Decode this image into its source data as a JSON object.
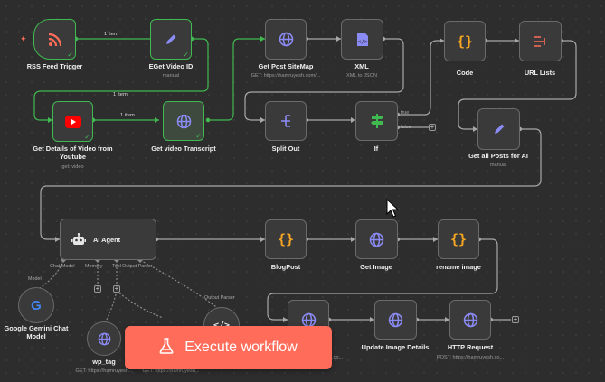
{
  "nodes": {
    "rss_feed_trigger": {
      "label": "RSS Feed Trigger"
    },
    "eget_video_id": {
      "label": "EGet Video ID",
      "sub": "manual"
    },
    "get_details_youtube": {
      "label": "Get Details of Video from Youtube",
      "sub": "get: video"
    },
    "get_video_transcript": {
      "label": "Get video Transcript"
    },
    "get_post_sitemap": {
      "label": "Get Post SiteMap",
      "sub": "GET: https://hamruyesh.com/..."
    },
    "xml": {
      "label": "XML",
      "sub": "XML to JSON"
    },
    "code": {
      "label": "Code"
    },
    "url_lists": {
      "label": "URL Lists"
    },
    "split_out": {
      "label": "Split Out"
    },
    "if": {
      "label": "If",
      "out_true": "true",
      "out_false": "false"
    },
    "get_all_posts": {
      "label": "Get all Posts for AI",
      "sub": "manual"
    },
    "ai_agent": {
      "label": "AI Agent",
      "ports": {
        "chat_model": "Chat Model",
        "memory": "Memory",
        "tool": "Tool",
        "output_parser": "Output Parser"
      }
    },
    "blogpost": {
      "label": "BlogPost"
    },
    "get_image": {
      "label": "Get Image"
    },
    "rename_image": {
      "label": "rename image"
    },
    "google_gemini": {
      "label": "Google Gemini Chat Model",
      "port": "Model"
    },
    "wp_tag": {
      "label": "wp_tag",
      "sub": "GET: https://hamruyesh..."
    },
    "wp_category_sub": "GET: https://hamruyesh...",
    "output_parser_port": "Output Parser",
    "upload_image_sub": "POST: https://hamruyesh.co...",
    "update_image_details": {
      "label": "Update Image Details"
    },
    "http_request": {
      "label": "HTTP Request",
      "sub": "POST: https://hamruyesh.co..."
    }
  },
  "edges": {
    "rss_to_eget": "1 item",
    "eget_to_details": "1 item",
    "details_to_transcript": "1 item"
  },
  "execute_button": {
    "label": "Execute workflow"
  },
  "colors": {
    "accent": "#ff6d5a",
    "success": "#3fb950",
    "node_icon": "#8b8bf5",
    "code_icon": "#f5a623",
    "rss_icon": "#ff6d5a",
    "youtube": "#ff0000"
  }
}
